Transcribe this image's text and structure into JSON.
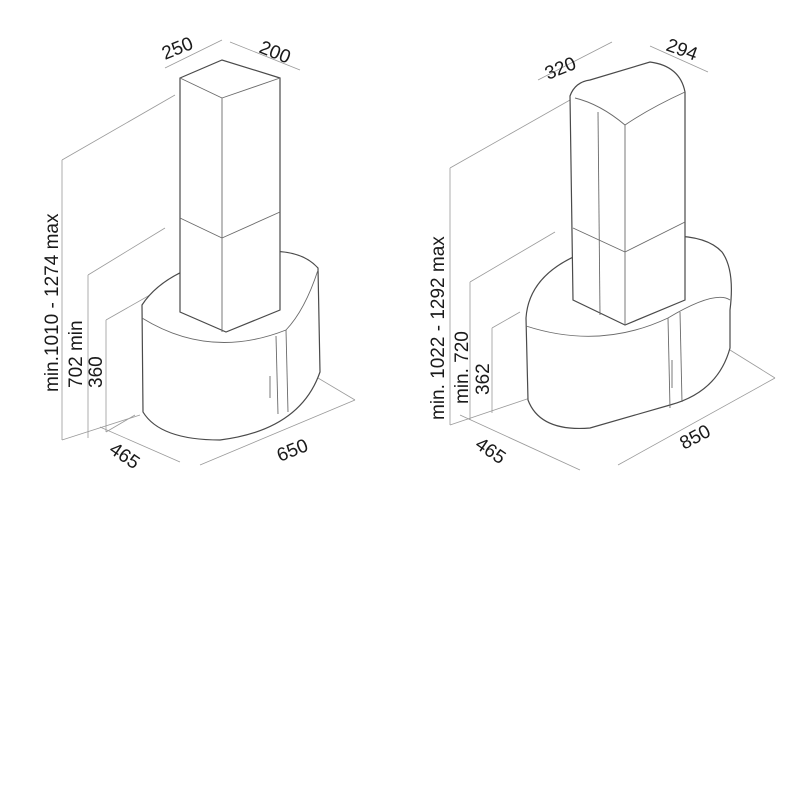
{
  "hood_a": {
    "width": "650",
    "depth": "465",
    "chimney_width": "250",
    "chimney_depth": "200",
    "height_range": "min.1010 - 1274 max",
    "min_height": "702 min",
    "body_height": "360"
  },
  "hood_b": {
    "width": "850",
    "depth": "465",
    "chimney_width": "320",
    "chimney_depth": "294",
    "height_range": "min. 1022 - 1292 max",
    "min_height": "min. 720",
    "body_height": "362"
  }
}
